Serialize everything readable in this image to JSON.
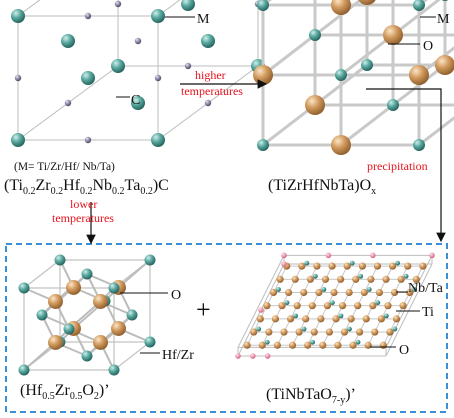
{
  "colors": {
    "metal": "#4e9c94",
    "oxygen": "#c9955a",
    "carbon": "#8a86a6",
    "edge": "#b8b8b8",
    "arrow_red": "#e8141c",
    "dashed_box": "#3a8fd6",
    "text": "#111111"
  },
  "structures": {
    "carbide": {
      "atom_label_m": "M",
      "atom_label_c": "C",
      "note": "(M= Ti/Zr/Hf/ Nb/Ta)",
      "formula": [
        {
          "t": "(Ti"
        },
        {
          "t": "0.2",
          "sub": true
        },
        {
          "t": "Zr"
        },
        {
          "t": "0.2",
          "sub": true
        },
        {
          "t": "Hf"
        },
        {
          "t": "0.2",
          "sub": true
        },
        {
          "t": "Nb"
        },
        {
          "t": "0.2",
          "sub": true
        },
        {
          "t": "Ta"
        },
        {
          "t": "0.2",
          "sub": true
        },
        {
          "t": ")C"
        }
      ]
    },
    "oxide": {
      "atom_label_m": "M",
      "atom_label_o": "O",
      "formula": [
        {
          "t": "(TiZrHfNbTa)O"
        },
        {
          "t": "x",
          "sub": true
        }
      ]
    },
    "hafnia_zirconia": {
      "atom_label_o": "O",
      "atom_label_metal": "Hf/Zr",
      "formula": [
        {
          "t": "(Hf"
        },
        {
          "t": "0.5",
          "sub": true
        },
        {
          "t": "Zr"
        },
        {
          "t": "0.5",
          "sub": true
        },
        {
          "t": "O"
        },
        {
          "t": "2",
          "sub": true
        },
        {
          "t": ")’"
        }
      ]
    },
    "tinbtao": {
      "atom_label_nbta": "Nb/Ta",
      "atom_label_ti": "Ti",
      "atom_label_o": "O",
      "formula": [
        {
          "t": "(TiNbTaO"
        },
        {
          "t": "7-y",
          "sub": true
        },
        {
          "t": ")’"
        }
      ]
    }
  },
  "arrows": {
    "higher": [
      "higher",
      "temperatures"
    ],
    "lower": [
      "lower",
      "temperatures"
    ],
    "precipitation": "precipitation"
  },
  "plus_sign": "+"
}
